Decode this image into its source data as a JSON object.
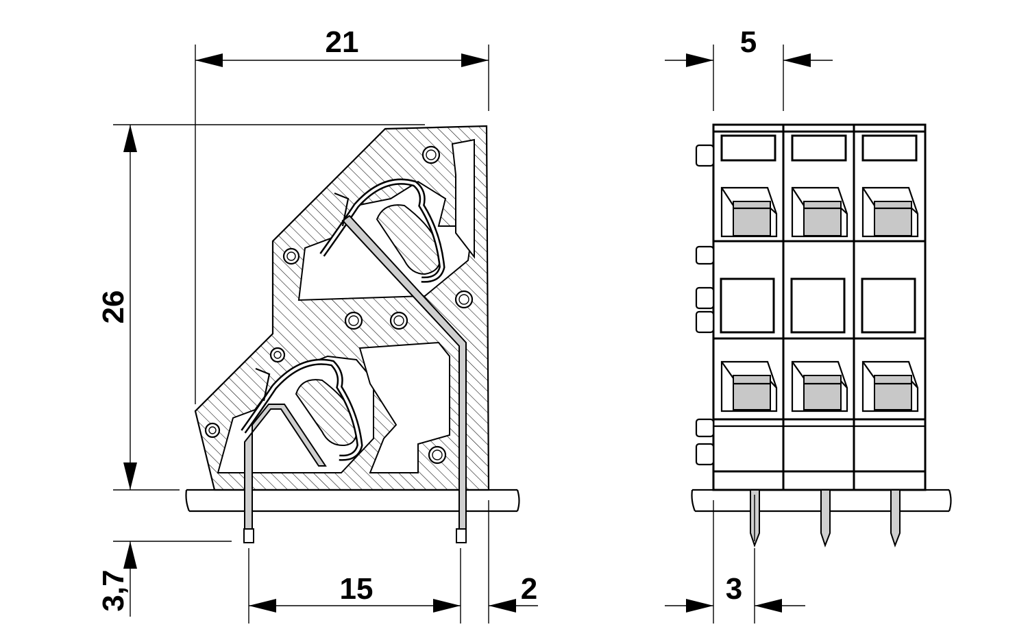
{
  "dimensions": {
    "width_top": "21",
    "height_left": "26",
    "pin_length": "3,7",
    "pin_spacing": "15",
    "edge_offset": "2",
    "pitch": "5",
    "pin_offset_side": "3"
  },
  "side_view": {
    "columns": 3
  }
}
